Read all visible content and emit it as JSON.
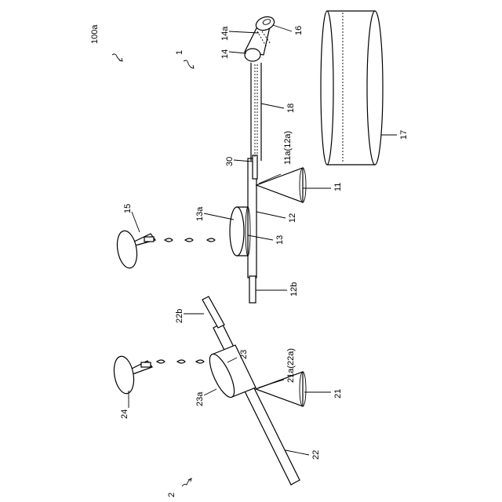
{
  "figure": {
    "system_label": "100a",
    "device1": {
      "label": "1",
      "support": "11",
      "contact": "11a(12a)",
      "lever": "12",
      "lever_end": "12b",
      "weight": "13",
      "weight_top": "13a",
      "bracket": "14",
      "bracket_part": "14a",
      "nozzle": "15",
      "head": "16",
      "tank": "17",
      "rod": "18",
      "pad": "30"
    },
    "device2": {
      "label": "2",
      "support": "21",
      "contact": "21a(22a)",
      "lever": "22",
      "lever_end": "22b",
      "weight": "23",
      "weight_top": "23a",
      "nozzle": "24"
    }
  }
}
